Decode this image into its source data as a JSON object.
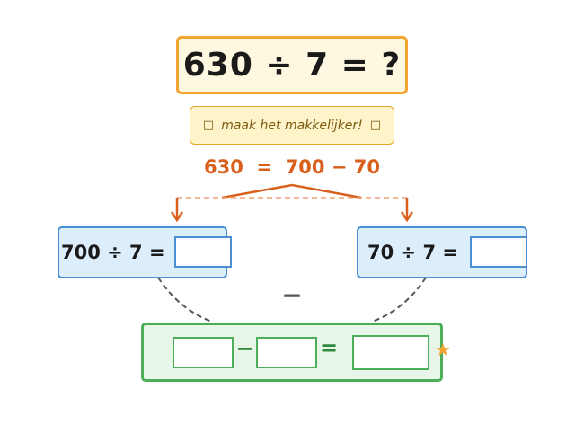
{
  "question": "630 ÷ 7 = ?",
  "hint": {
    "text": "maak het makkelijker!",
    "left_symbol": "□",
    "right_symbol": "□"
  },
  "split": "630  =  700 − 70",
  "left_equation": "700 ÷ 7 =",
  "right_equation": "70 ÷ 7 =",
  "between_symbol": "−",
  "final": {
    "minus": "−",
    "equals": "=",
    "star": "★"
  },
  "colors": {
    "orange": "#d9601c",
    "gold": "#f2a531",
    "blue": "#4a8fd1",
    "green": "#4cae58"
  }
}
